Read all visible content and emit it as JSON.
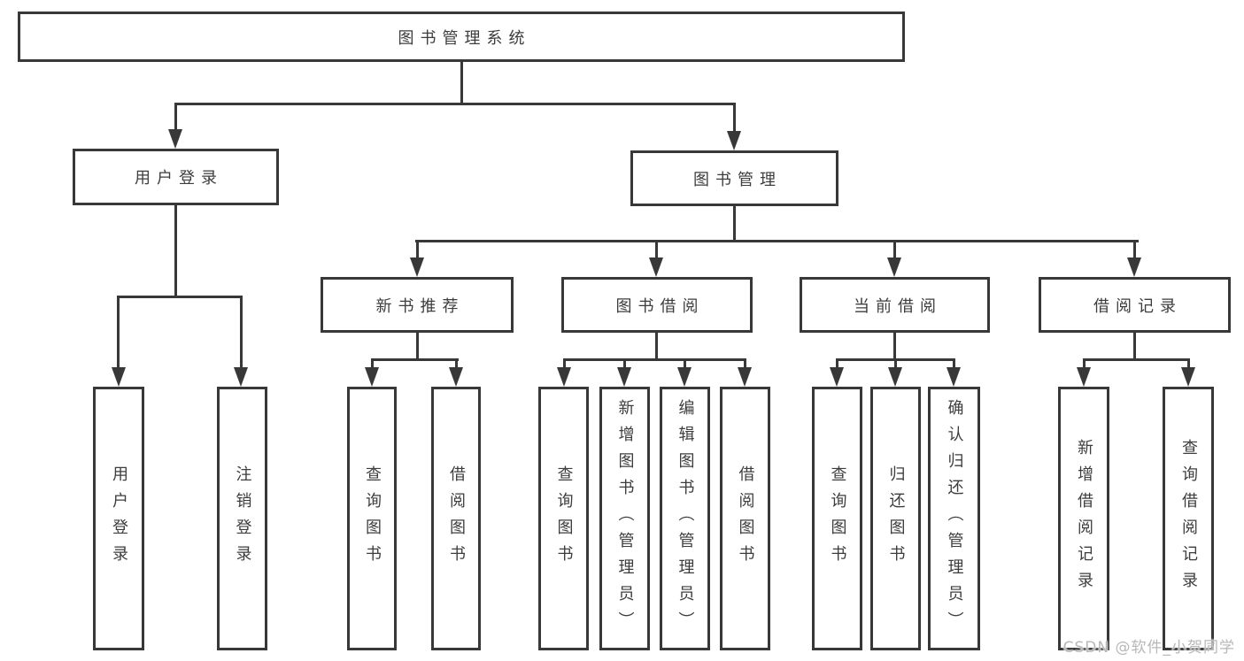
{
  "tree": {
    "root": "图书管理系统",
    "user_login": {
      "label": "用户登录",
      "children": [
        "用户登录",
        "注销登录"
      ]
    },
    "book_mgmt": {
      "label": "图书管理"
    },
    "new_books": {
      "label": "新书推荐",
      "children": [
        "查询图书",
        "借阅图书"
      ]
    },
    "borrow": {
      "label": "图书借阅",
      "children": [
        "查询图书",
        "新增图书（管理员）",
        "编辑图书（管理员）",
        "借阅图书"
      ]
    },
    "current": {
      "label": "当前借阅",
      "children": [
        "查询图书",
        "归还图书",
        "确认归还（管理员）"
      ]
    },
    "records": {
      "label": "借阅记录",
      "children": [
        "新增借阅记录",
        "查询借阅记录"
      ]
    }
  },
  "watermark": "CSDN @软件_小贺同学",
  "colors": {
    "line": "#383838",
    "text": "#3d3d3d",
    "watermark": "#b9b7b7",
    "background": "#ffffff"
  }
}
